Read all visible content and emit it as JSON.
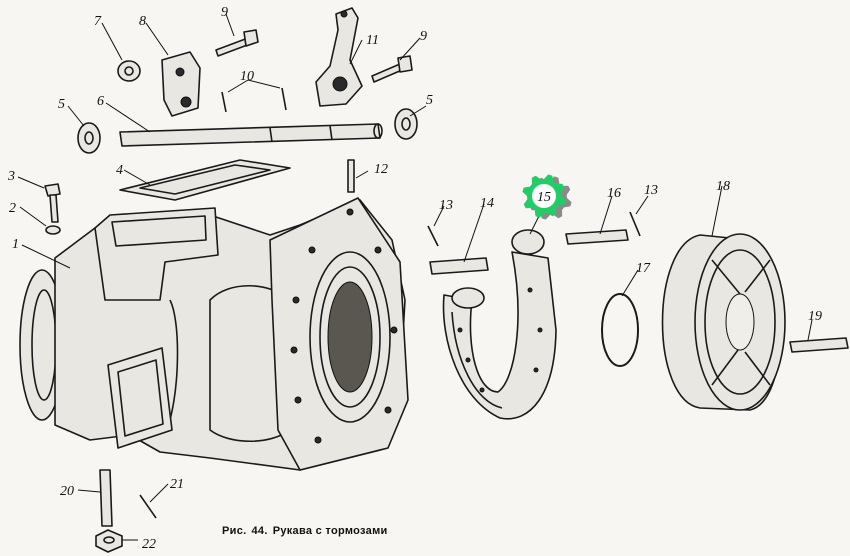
{
  "caption": {
    "prefix": "Рис.",
    "number": "44.",
    "title": "Рукава с тормозами"
  },
  "highlight": {
    "label": "15",
    "gear_color": "#22cc66",
    "gear_shadow_color": "#8a8a8a"
  },
  "part_labels": [
    {
      "id": "p1",
      "text": "1"
    },
    {
      "id": "p2",
      "text": "2"
    },
    {
      "id": "p3",
      "text": "3"
    },
    {
      "id": "p4",
      "text": "4"
    },
    {
      "id": "p5a",
      "text": "5"
    },
    {
      "id": "p5b",
      "text": "5"
    },
    {
      "id": "p6",
      "text": "6"
    },
    {
      "id": "p7",
      "text": "7"
    },
    {
      "id": "p8",
      "text": "8"
    },
    {
      "id": "p9a",
      "text": "9"
    },
    {
      "id": "p9b",
      "text": "9"
    },
    {
      "id": "p10",
      "text": "10"
    },
    {
      "id": "p11",
      "text": "11"
    },
    {
      "id": "p12",
      "text": "12"
    },
    {
      "id": "p13a",
      "text": "13"
    },
    {
      "id": "p13b",
      "text": "13"
    },
    {
      "id": "p14",
      "text": "14"
    },
    {
      "id": "p16",
      "text": "16"
    },
    {
      "id": "p17",
      "text": "17"
    },
    {
      "id": "p18",
      "text": "18"
    },
    {
      "id": "p19",
      "text": "19"
    },
    {
      "id": "p20",
      "text": "20"
    },
    {
      "id": "p21",
      "text": "21"
    },
    {
      "id": "p22",
      "text": "22"
    }
  ]
}
